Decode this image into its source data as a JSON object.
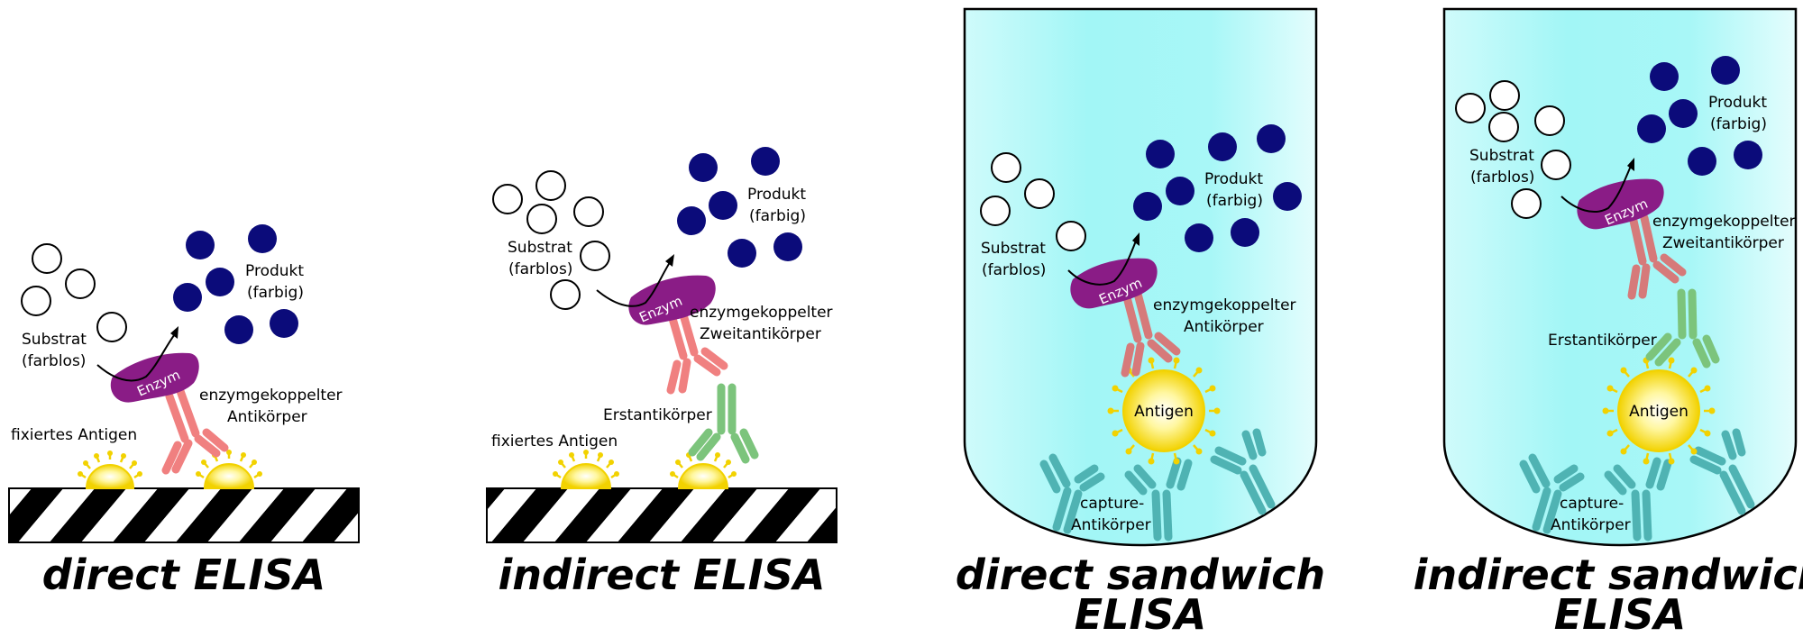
{
  "panels": {
    "direct": {
      "title": "direct ELISA",
      "substrate_line1": "Substrat",
      "substrate_line2": "(farblos)",
      "product_line1": "Produkt",
      "product_line2": "(farbig)",
      "enzyme": "Enzym",
      "antibody_line1": "enzymgekoppelter",
      "antibody_line2": "Antikörper",
      "antigen_label": "fixiertes Antigen"
    },
    "indirect": {
      "title": "indirect ELISA",
      "substrate_line1": "Substrat",
      "substrate_line2": "(farblos)",
      "product_line1": "Produkt",
      "product_line2": "(farbig)",
      "enzyme": "Enzym",
      "antibody_line1": "enzymgekoppelter",
      "antibody_line2": "Zweitantikörper",
      "primary_label": "Erstantikörper",
      "antigen_label": "fixiertes Antigen"
    },
    "direct_sandwich": {
      "title_line1": "direct sandwich",
      "title_line2": "ELISA",
      "substrate_line1": "Substrat",
      "substrate_line2": "(farblos)",
      "product_line1": "Produkt",
      "product_line2": "(farbig)",
      "enzyme": "Enzym",
      "antibody_line1": "enzymgekoppelter",
      "antibody_line2": "Antikörper",
      "antigen": "Antigen",
      "capture_line1": "capture-",
      "capture_line2": "Antikörper"
    },
    "indirect_sandwich": {
      "title_line1": "indirect sandwich",
      "title_line2": "ELISA",
      "substrate_line1": "Substrat",
      "substrate_line2": "(farblos)",
      "product_line1": "Produkt",
      "product_line2": "(farbig)",
      "enzyme": "Enzym",
      "antibody_line1": "enzymgekoppelter",
      "antibody_line2": "Zweitantikörper",
      "primary_label": "Erstantikörper",
      "antigen": "Antigen",
      "capture_line1": "capture-",
      "capture_line2": "Antikörper"
    }
  },
  "colors": {
    "product": "#0b0b7a",
    "enzyme": "#8a1c86",
    "enzyme_antibody": "#f08080",
    "primary_antibody": "#7cc47c",
    "capture_antibody": "#4fb3b3",
    "antigen": "#f2d200",
    "well": "#a8f7f7"
  }
}
